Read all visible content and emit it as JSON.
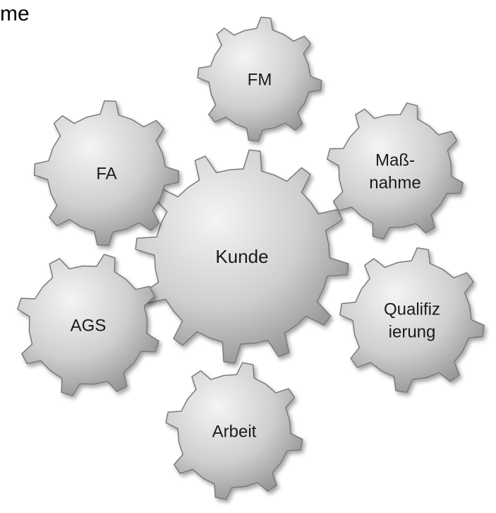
{
  "heading_fragment": "me",
  "diagram": {
    "colors": {
      "gear_fill_light": "#f4f4f4",
      "gear_fill_mid": "#cfcfcf",
      "gear_fill_dark": "#8f8f8f",
      "gear_stroke": "#7a7a7a",
      "label_color": "#1a1a1a"
    },
    "gears": [
      {
        "id": "gear-kunde",
        "label": [
          "Kunde"
        ]
      },
      {
        "id": "gear-fm",
        "label": [
          "FM"
        ]
      },
      {
        "id": "gear-massnahme",
        "label": [
          "Maß-",
          "nahme"
        ]
      },
      {
        "id": "gear-qualifizierung",
        "label": [
          "Qualifiz",
          "ierung"
        ]
      },
      {
        "id": "gear-arbeit",
        "label": [
          "Arbeit"
        ]
      },
      {
        "id": "gear-ags",
        "label": [
          "AGS"
        ]
      },
      {
        "id": "gear-fa",
        "label": [
          "FA"
        ]
      }
    ]
  }
}
